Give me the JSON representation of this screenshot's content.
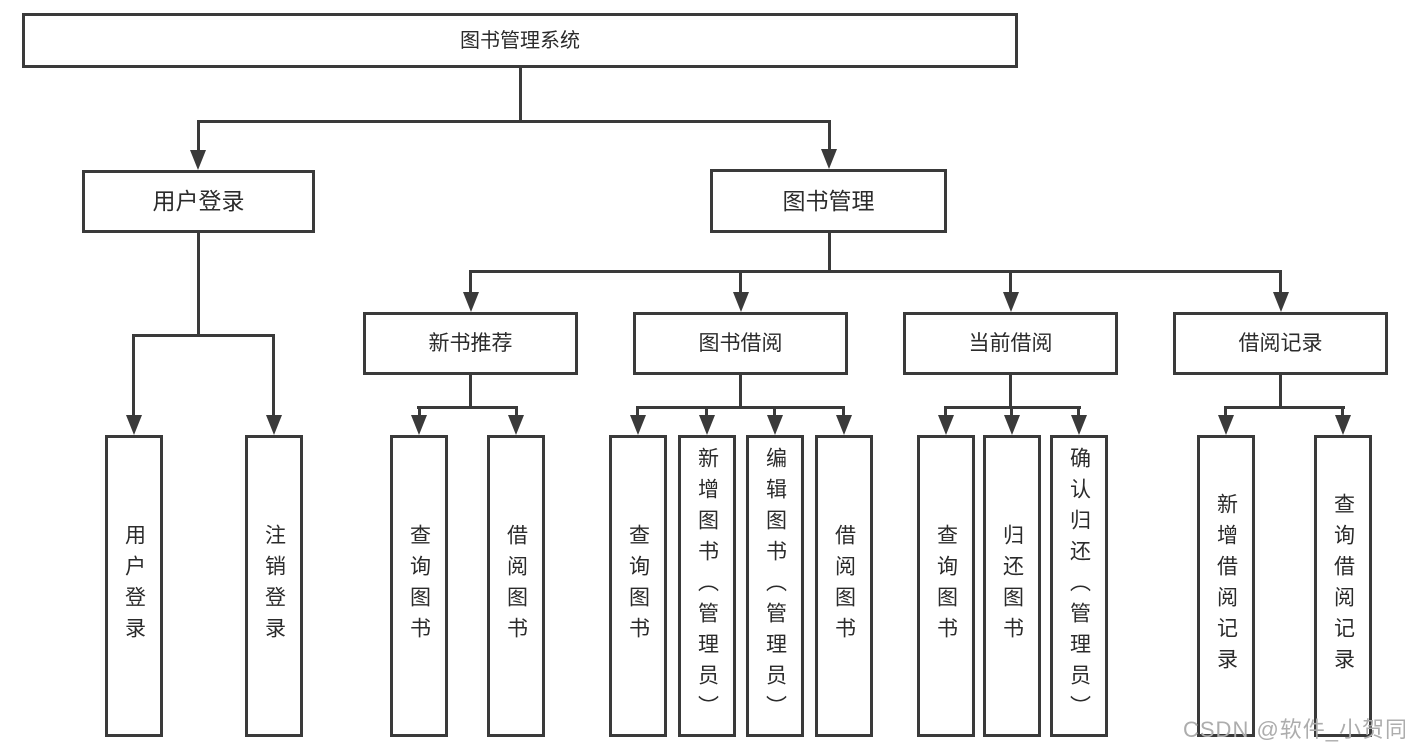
{
  "diagram": {
    "type": "tree",
    "hierarchy": {
      "root": "图书管理系统",
      "children": [
        {
          "label": "用户登录",
          "children": [
            "用户登录",
            "注销登录"
          ]
        },
        {
          "label": "图书管理",
          "children": [
            {
              "label": "新书推荐",
              "children": [
                "查询图书",
                "借阅图书"
              ]
            },
            {
              "label": "图书借阅",
              "children": [
                "查询图书",
                "新增图书（管理员）",
                "编辑图书（管理员）",
                "借阅图书"
              ]
            },
            {
              "label": "当前借阅",
              "children": [
                "查询图书",
                "归还图书",
                "确认归还（管理员）"
              ]
            },
            {
              "label": "借阅记录",
              "children": [
                "新增借阅记录",
                "查询借阅记录"
              ]
            }
          ]
        }
      ]
    }
  },
  "watermark": {
    "text": "CSDN @软件_小贺同学"
  },
  "colors": {
    "line": "#3a3a3a",
    "text": "#2b2b2b",
    "watermark": "#adadad",
    "background": "#ffffff"
  }
}
